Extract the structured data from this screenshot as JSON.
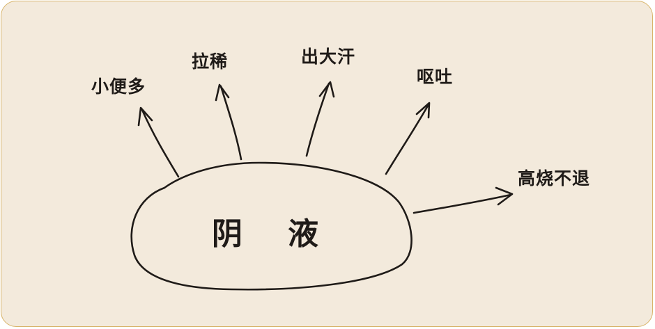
{
  "diagram": {
    "center_label_1": "阴",
    "center_label_2": "液",
    "outcomes": {
      "urination": "小便多",
      "diarrhea": "拉稀",
      "sweating": "出大汗",
      "vomiting": "呕吐",
      "fever": "高烧不退"
    },
    "colors": {
      "background": "#f3eadc",
      "border": "#d8b46a",
      "ink": "#1f1b18"
    }
  }
}
